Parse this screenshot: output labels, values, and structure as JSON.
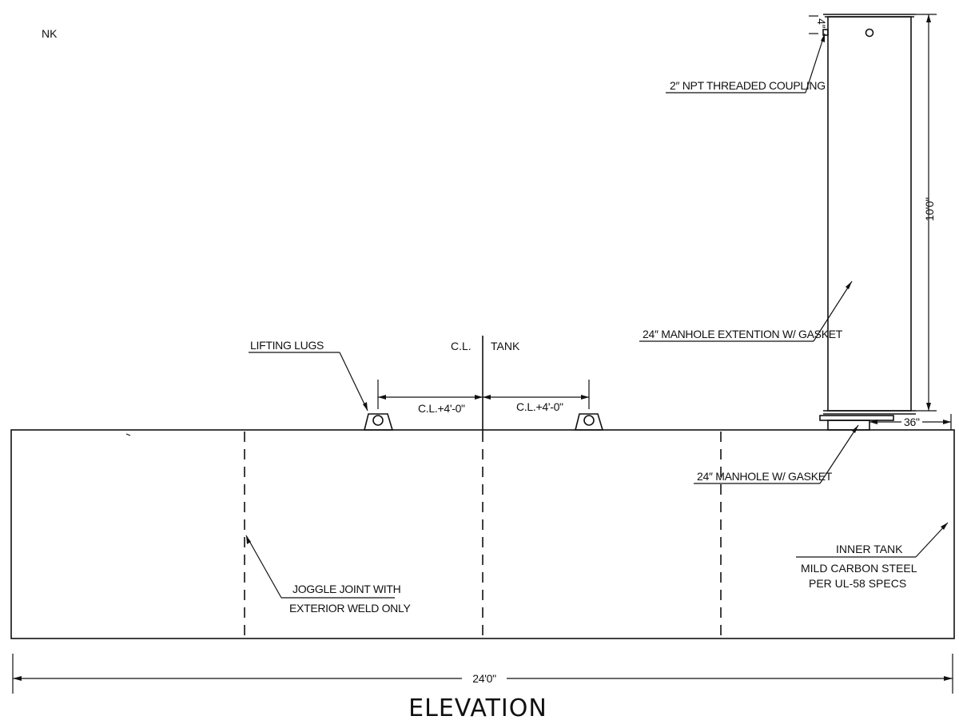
{
  "corner_fragment": "ΝK",
  "labels": {
    "coupling": "2″ NPT THREADED COUPLING",
    "extension_height": "10'0\"",
    "manhole_extension": "24″ MANHOLE EXTENTION W/ GASKET",
    "centerline_cl": "C.L.",
    "centerline_tank": "TANK",
    "lifting_lugs": "LIFTING LUGS",
    "lug_offset_left": "C.L.+4'-0\"",
    "lug_offset_right": "C.L.+4'-0\"",
    "manhole_offset": "36\"",
    "manhole": "24″ MANHOLE W/ GASKET",
    "joggle_line1": "JOGGLE JOINT WITH",
    "joggle_line2": "EXTERIOR WELD ONLY",
    "inner_tank_line1": "INNER TANK",
    "inner_tank_line2": "MILD CARBON STEEL",
    "inner_tank_line3": "PER UL-58 SPECS",
    "overall_length": "24'0\"",
    "view_title": "ELEVATION",
    "coupling_stub_dim": "4″"
  }
}
